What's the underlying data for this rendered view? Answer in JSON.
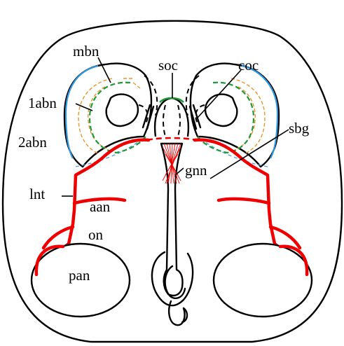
{
  "labels": {
    "mbn": "mbn",
    "soc": "soc",
    "coc": "coc",
    "abn1": "1abn",
    "abn2": "2abn",
    "sbg": "sbg",
    "gnn": "gnn",
    "lnt": "lnt",
    "aan": "aan",
    "on": "on",
    "pan": "pan"
  },
  "colors": {
    "nerve": "#ee0000",
    "outline": "#000000",
    "green_dashed": "#1f9a3a",
    "orange_dashed": "#e8952a",
    "blue": "#2f9ae0"
  }
}
